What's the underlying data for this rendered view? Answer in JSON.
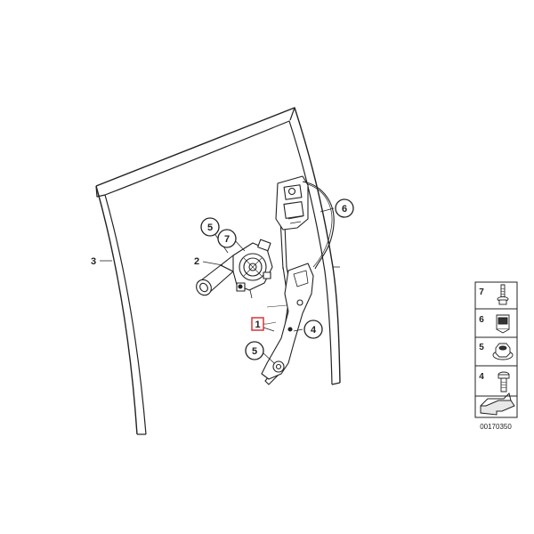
{
  "callouts": {
    "c1": "1",
    "c2": "2",
    "c3": "3",
    "c4": "4",
    "c5a": "5",
    "c5b": "5",
    "c6": "6",
    "c7": "7"
  },
  "legend": {
    "items": [
      {
        "number": "7",
        "part": "screw-with-washer"
      },
      {
        "number": "6",
        "part": "clip-nut"
      },
      {
        "number": "5",
        "part": "hex-nut-with-washer"
      },
      {
        "number": "4",
        "part": "bolt"
      }
    ],
    "arrow": "arrow-icon"
  },
  "document_number": "00170350",
  "colors": {
    "line": "#222222",
    "highlight": "#d9262b",
    "background": "#ffffff"
  }
}
